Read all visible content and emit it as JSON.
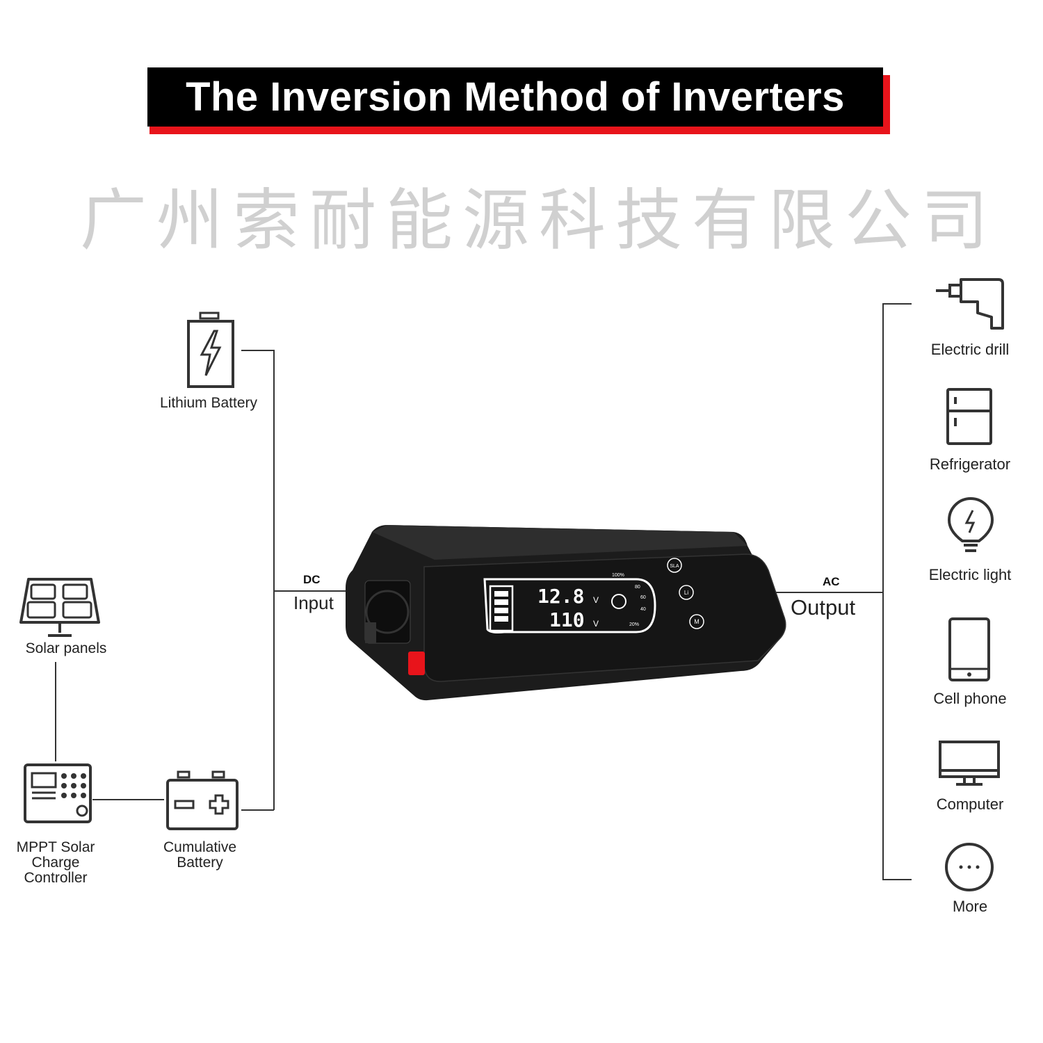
{
  "title": "The Inversion Method of Inverters",
  "watermark": "广州索耐能源科技有限公司",
  "input": {
    "small": "DC",
    "big": "Input"
  },
  "output": {
    "small": "AC",
    "big": "Output"
  },
  "sources": [
    {
      "label": "Lithium Battery",
      "icon": "battery-icon"
    },
    {
      "label": "Solar panels",
      "icon": "solar-panel-icon"
    },
    {
      "label": "MPPT Solar Charge Controller",
      "icon": "charge-controller-icon"
    },
    {
      "label": "Cumulative Battery",
      "icon": "car-battery-icon"
    }
  ],
  "loads": [
    {
      "label": "Electric drill",
      "icon": "drill-icon"
    },
    {
      "label": "Refrigerator",
      "icon": "refrigerator-icon"
    },
    {
      "label": "Electric light",
      "icon": "light-bulb-icon"
    },
    {
      "label": "Cell phone",
      "icon": "phone-icon"
    },
    {
      "label": "Computer",
      "icon": "computer-icon"
    },
    {
      "label": "More",
      "icon": "more-icon"
    }
  ],
  "device": {
    "battery_voltage": "12.8",
    "output_voltage": "110",
    "unit": "V",
    "levels": [
      "100%",
      "80",
      "60",
      "40",
      "20%"
    ],
    "modes": [
      "SLA",
      "Li",
      "M"
    ],
    "colors": {
      "body": "#1c1c1c",
      "accent": "#e8141b"
    }
  }
}
